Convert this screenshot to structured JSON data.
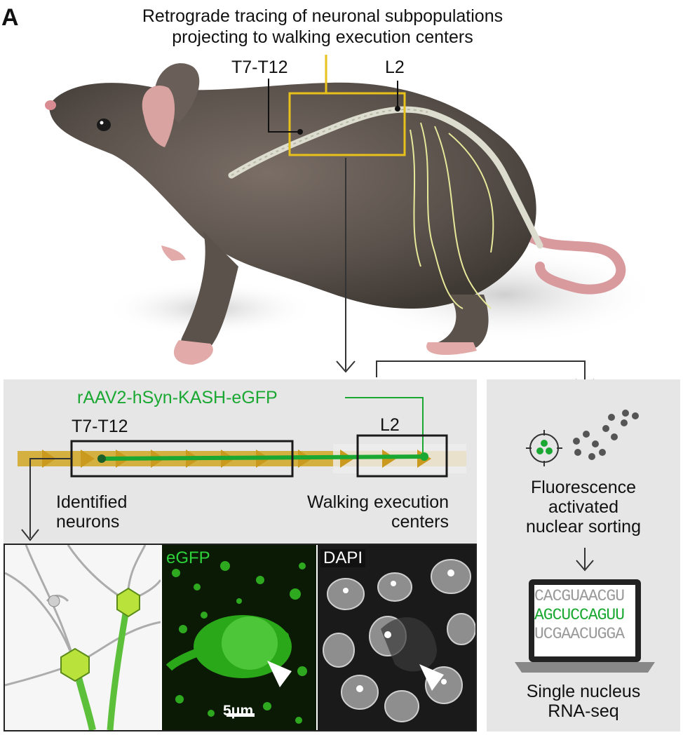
{
  "panel_letter": "A",
  "title_line1": "Retrograde tracing of neuronal subpopulations",
  "title_line2": "projecting to walking execution centers",
  "mouse_labels": {
    "segment_a": "T7-T12",
    "segment_b": "L2"
  },
  "spinal_panel": {
    "virus_label": "rAAV2-hSyn-KASH-eGFP",
    "segment_a": "T7-T12",
    "segment_b": "L2",
    "left_caption_line1": "Identified",
    "left_caption_line2": "neurons",
    "right_caption_line1": "Walking execution",
    "right_caption_line2": "centers"
  },
  "images": {
    "egfp_label": "eGFP",
    "dapi_label": "DAPI",
    "scale_bar": "5μm"
  },
  "sorting_panel": {
    "line1": "Fluorescence",
    "line2": "activated",
    "line3": "nuclear sorting",
    "seq_line1": "CACGUAACGU",
    "seq_line2": "AGCUCCAGUU",
    "seq_line3": "UCGAACUGGA",
    "bottom_line1": "Single nucleus",
    "bottom_line2": "RNA-seq"
  },
  "colors": {
    "green": "#1aa832",
    "yellow": "#e8c21a",
    "panel_gray": "#e6e6e6"
  }
}
